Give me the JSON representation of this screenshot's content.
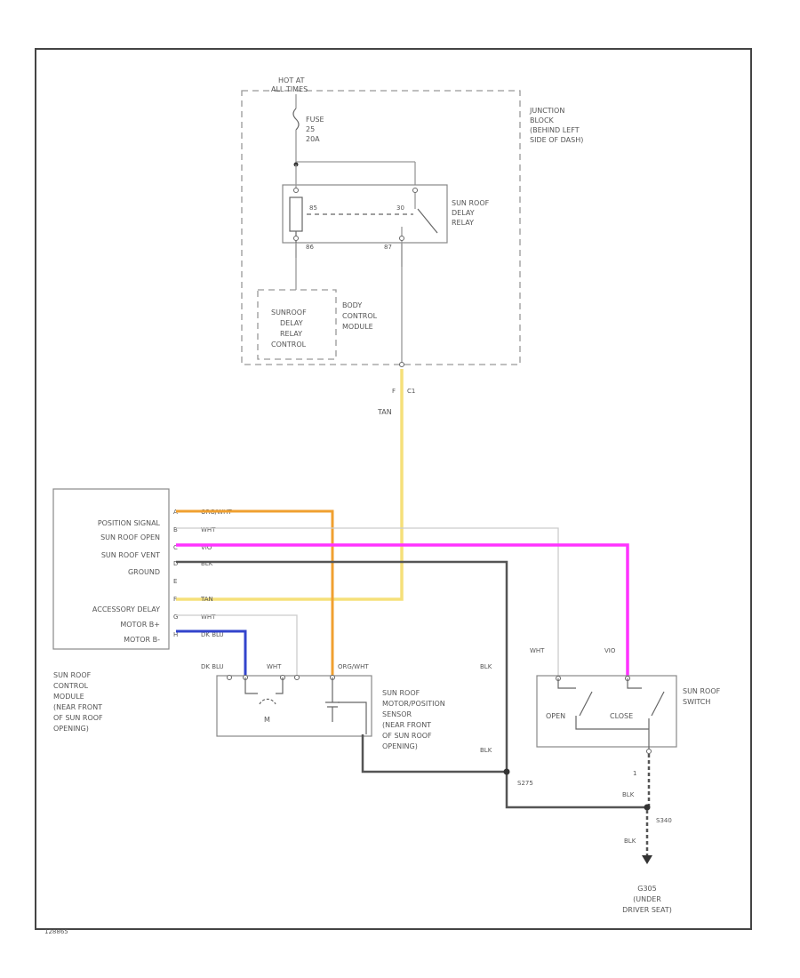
{
  "fuse_block": {
    "hot_at": "HOT AT",
    "all_times": "ALL TIMES",
    "fuse": "FUSE",
    "fuse_num": "25",
    "fuse_amps": "20A",
    "junction_lines": [
      "JUNCTION",
      "BLOCK",
      "(BEHIND LEFT",
      "SIDE OF DASH)"
    ]
  },
  "relay": {
    "name_lines": [
      "SUN ROOF",
      "DELAY",
      "RELAY"
    ],
    "pin_left_top": "85",
    "pin_right_top": "30",
    "pin_left_bottom": "86",
    "pin_right_bottom": "87"
  },
  "body_control": {
    "inner_lines": [
      "SUNROOF",
      "DELAY",
      "RELAY",
      "CONTROL"
    ],
    "name_lines": [
      "BODY",
      "CONTROL",
      "MODULE"
    ]
  },
  "connector_c1": {
    "pin": "F",
    "name": "C1",
    "wire": "TAN"
  },
  "control_module": {
    "pins": [
      {
        "label": "POSITION SIGNAL",
        "pin": "A",
        "wire": "ORG/WHT"
      },
      {
        "label": "SUN ROOF OPEN",
        "pin": "B",
        "wire": "WHT"
      },
      {
        "label": "SUN ROOF VENT",
        "pin": "C",
        "wire": "VIO"
      },
      {
        "label": "GROUND",
        "pin": "D",
        "wire": "BLK"
      },
      {
        "label": "",
        "pin": "E",
        "wire": ""
      },
      {
        "label": "",
        "pin": "F",
        "wire": "TAN"
      },
      {
        "label": "ACCESSORY DELAY",
        "pin": "G",
        "wire": "WHT"
      },
      {
        "label": "MOTOR B+",
        "pin": "H",
        "wire": "DK BLU"
      },
      {
        "label": "MOTOR B-",
        "pin": "",
        "wire": ""
      }
    ],
    "name_lines": [
      "SUN ROOF",
      "CONTROL",
      "MODULE",
      "(NEAR FRONT",
      "OF SUN ROOF",
      "OPENING)"
    ]
  },
  "motor": {
    "wire_left": "DK BLU",
    "wire_mid": "WHT",
    "wire_right": "ORG/WHT",
    "symbol": "M",
    "name_lines": [
      "SUN ROOF",
      "MOTOR/POSITION",
      "SENSOR",
      "(NEAR FRONT",
      "OF SUN ROOF",
      "OPENING)"
    ]
  },
  "switch": {
    "wire_left": "WHT",
    "wire_right": "VIO",
    "open_label": "OPEN",
    "close_label": "CLOSE",
    "name_lines": [
      "SUN ROOF",
      "SWITCH"
    ],
    "pin_bottom": "1",
    "wire_bottom": "BLK"
  },
  "ground": {
    "blk_a": "BLK",
    "blk_b": "BLK",
    "blk_c": "BLK",
    "splice_1": "S275",
    "splice_2": "S340",
    "name_lines": [
      "G305",
      "(UNDER",
      "DRIVER SEAT)"
    ]
  },
  "footer": {
    "id": "128865"
  },
  "colors": {
    "pink": "#ff33ff",
    "yellow": "#f5e07a",
    "orange": "#f0a030",
    "blue": "#3344cc",
    "dark": "#555555"
  }
}
